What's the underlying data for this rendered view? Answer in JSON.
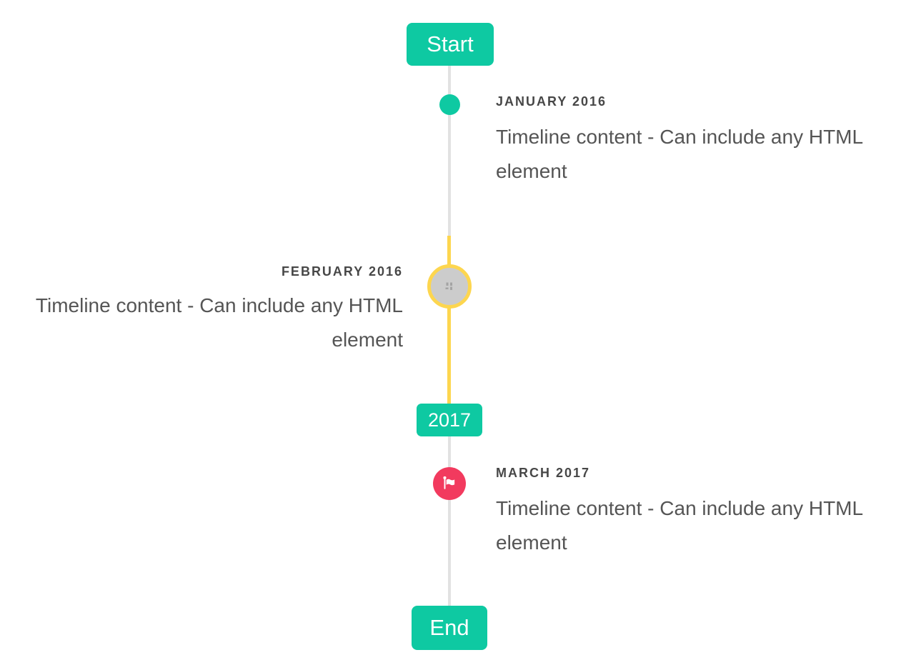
{
  "colors": {
    "accent_teal": "#0ec9a2",
    "highlight_yellow": "#fdd64f",
    "marker_red": "#f23a5e",
    "line_gray": "#e2e2e2",
    "image_circle_gray": "#cccccc",
    "label_text": "#474747",
    "content_text": "#555555",
    "badge_text": "#ffffff"
  },
  "timeline": {
    "start_badge": {
      "label": "Start"
    },
    "year_badge": {
      "label": "2017"
    },
    "end_badge": {
      "label": "End"
    },
    "entries": [
      {
        "label": "JANUARY 2016",
        "content": "Timeline content - Can include any HTML element",
        "side": "right",
        "marker": "teal-dot"
      },
      {
        "label": "FEBRUARY 2016",
        "content": "Timeline content - Can include any HTML element",
        "side": "left",
        "marker": "image-placeholder-circle",
        "marker_icon": "broken-image-icon"
      },
      {
        "label": "MARCH 2017",
        "content": "Timeline content - Can include any HTML element",
        "side": "right",
        "marker": "red-flag-circle",
        "marker_icon": "flag-icon"
      }
    ]
  }
}
